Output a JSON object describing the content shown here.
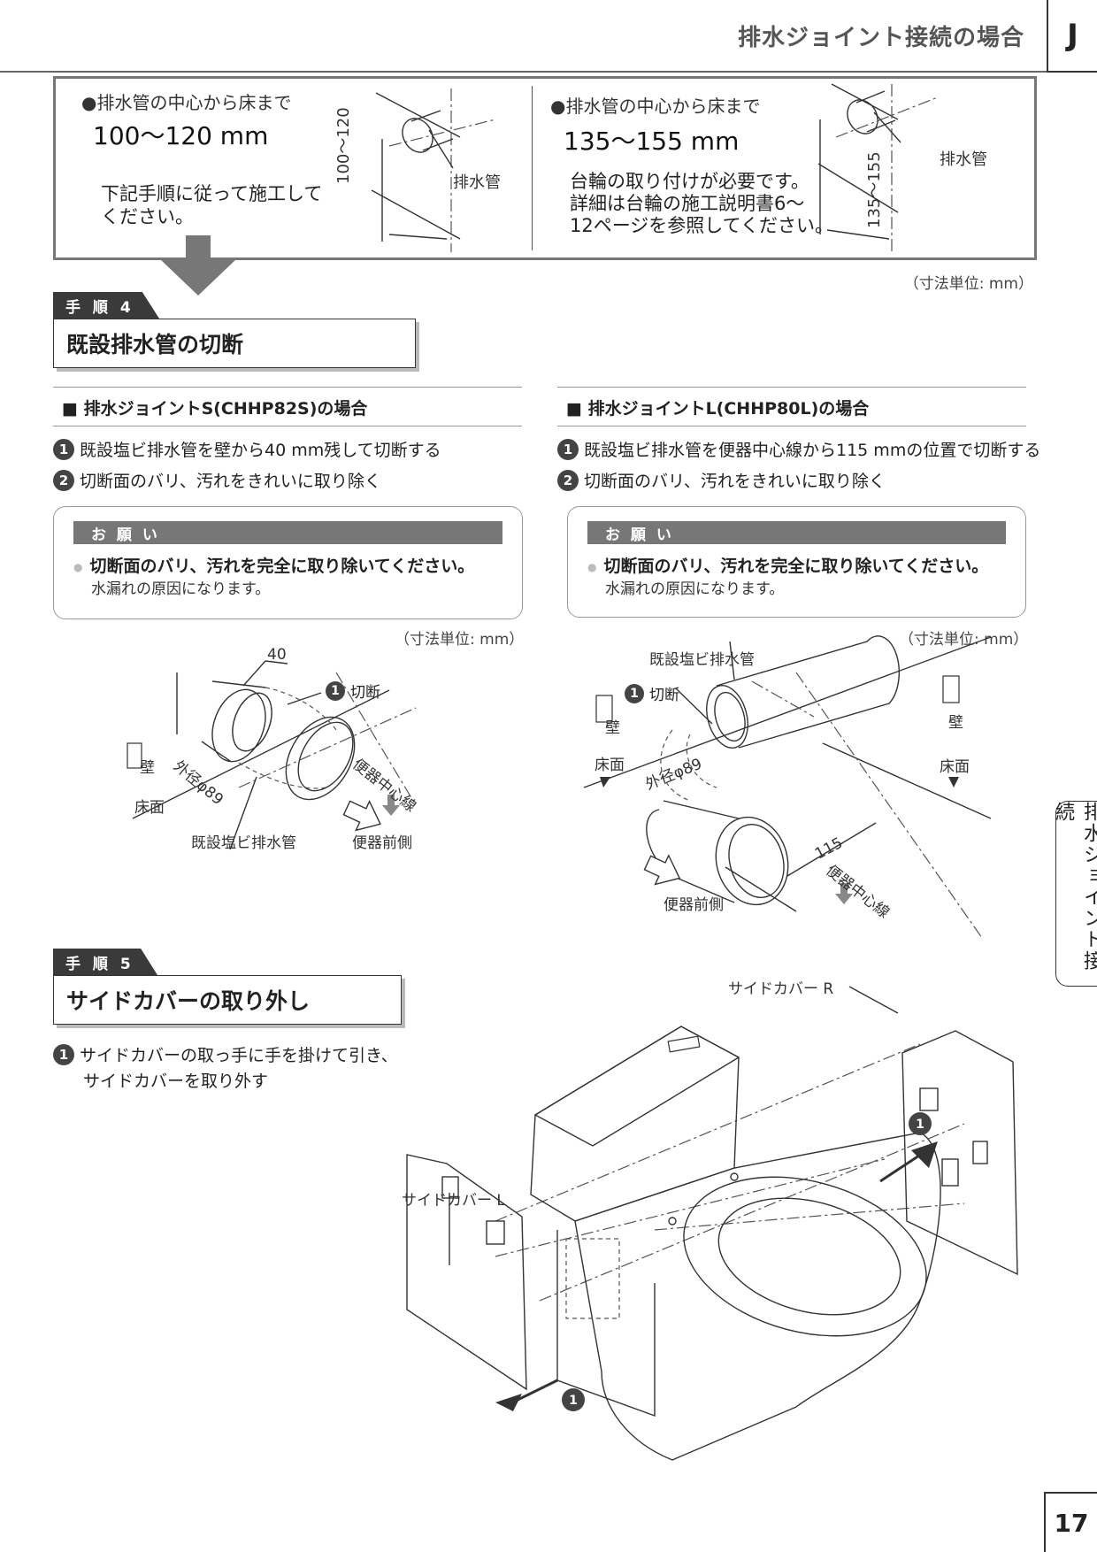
{
  "header": {
    "title": "排水ジョイント接続の場合",
    "section_letter": "J"
  },
  "top_box": {
    "left": {
      "label": "●排水管の中心から床まで",
      "range": "100～120 mm",
      "instruction_1": "下記手順に従って施工して",
      "instruction_2": "ください。",
      "dim_label": "100～120",
      "pipe_label": "排水管"
    },
    "right": {
      "label": "●排水管の中心から床まで",
      "range": "135～155 mm",
      "instruction_1": "台輪の取り付けが必要です。",
      "instruction_2": "詳細は台輪の施工説明書6～",
      "instruction_3": "12ページを参照してください。",
      "dim_label": "135～155",
      "pipe_label": "排水管"
    },
    "unit_note": "（寸法単位: mm）"
  },
  "step4": {
    "tab": "手 順 4",
    "title": "既設排水管の切断",
    "left": {
      "heading": "■ 排水ジョイントS(CHHP82S)の場合",
      "item1_num": "1",
      "item1": "既設塩ビ排水管を壁から40 mm残して切断する",
      "item2_num": "2",
      "item2": "切断面のバリ、汚れをきれいに取り除く",
      "caution_title": "お 願 い",
      "caution_line1": "切断面のバリ、汚れを完全に取り除いてください。",
      "caution_line2": "水漏れの原因になります。",
      "unit_note": "（寸法単位: mm）",
      "fig": {
        "dim40": "40",
        "cut_num": "1",
        "cut": "切断",
        "wall": "壁",
        "outer_dia": "外径φ89",
        "floor": "床面",
        "center_line": "便器中心線",
        "pipe": "既設塩ビ排水管",
        "front": "便器前側"
      }
    },
    "right": {
      "heading": "■ 排水ジョイントL(CHHP80L)の場合",
      "item1_num": "1",
      "item1": "既設塩ビ排水管を便器中心線から115 mmの位置で切断する",
      "item2_num": "2",
      "item2": "切断面のバリ、汚れをきれいに取り除く",
      "caution_title": "お 願 い",
      "caution_line1": "切断面のバリ、汚れを完全に取り除いてください。",
      "caution_line2": "水漏れの原因になります。",
      "unit_note": "（寸法単位: mm）",
      "fig": {
        "pipe": "既設塩ビ排水管",
        "cut_num": "1",
        "cut": "切断",
        "wall_left": "壁",
        "wall_right": "壁",
        "floor_left": "床面",
        "floor_right": "床面",
        "outer_dia": "外径φ89",
        "dim115": "115",
        "center_line": "便器中心線",
        "front": "便器前側"
      }
    }
  },
  "step5": {
    "tab": "手 順 5",
    "title": "サイドカバーの取り外し",
    "item1_num": "1",
    "item1_line1": "サイドカバーの取っ手に手を掛けて引き、",
    "item1_line2": "サイドカバーを取り外す",
    "fig": {
      "cover_r": "サイドカバー R",
      "cover_l": "サイドカバー L",
      "arrow_num_r": "1",
      "arrow_num_l": "1"
    }
  },
  "side_tab": "排水ジョイント接続",
  "page_number": "17"
}
